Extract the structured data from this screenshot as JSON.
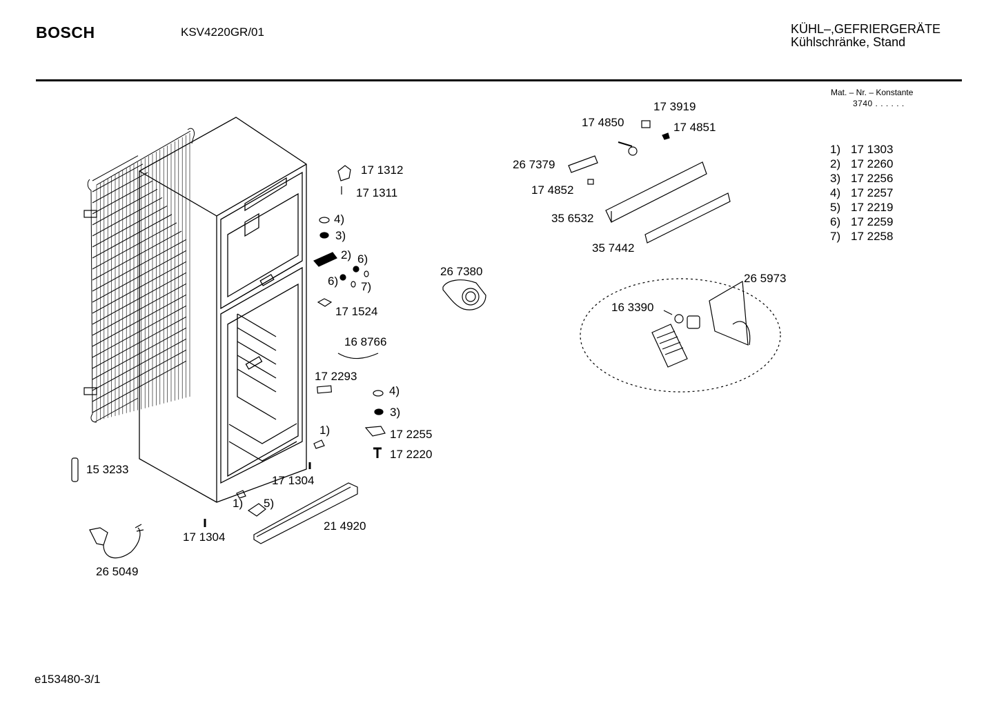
{
  "header": {
    "brand": "BOSCH",
    "model": "KSV4220GR/01",
    "category_line1": "KÜHL–,GEFRIERGERÄTE",
    "category_line2": "Kühlschränke, Stand"
  },
  "mat_constant": {
    "label": "Mat. – Nr. – Konstante",
    "value": "3740 . .  . . . ."
  },
  "legend": [
    {
      "key": "1)",
      "part": "17 1303"
    },
    {
      "key": "2)",
      "part": "17 2260"
    },
    {
      "key": "3)",
      "part": "17 2256"
    },
    {
      "key": "4)",
      "part": "17 2257"
    },
    {
      "key": "5)",
      "part": "17 2219"
    },
    {
      "key": "6)",
      "part": "17 2259"
    },
    {
      "key": "7)",
      "part": "17 2258"
    }
  ],
  "parts": {
    "p171312": "17 1312",
    "p171311": "17 1311",
    "ref4a": "4)",
    "ref3a": "3)",
    "ref2": "2)",
    "ref6a": "6)",
    "ref6b": "6)",
    "ref7": "7)",
    "p171524": "17 1524",
    "p168766": "16 8766",
    "p172293": "17 2293",
    "ref4b": "4)",
    "ref3b": "3)",
    "ref1a": "1)",
    "p172255": "17 2255",
    "p172220": "17 2220",
    "p171304a": "17 1304",
    "p153233": "15 3233",
    "ref1b": "1)",
    "ref5": "5)",
    "p171304b": "17 1304",
    "p214920": "21 4920",
    "p265049": "26 5049",
    "p267380": "26 7380",
    "p173919": "17 3919",
    "p174850": "17 4850",
    "p174851": "17 4851",
    "p267379": "26 7379",
    "p174852": "17 4852",
    "p356532": "35 6532",
    "p357442": "35 7442",
    "p265973": "26 5973",
    "p163390": "16 3390"
  },
  "footer": {
    "code": "e153480-3/1"
  }
}
